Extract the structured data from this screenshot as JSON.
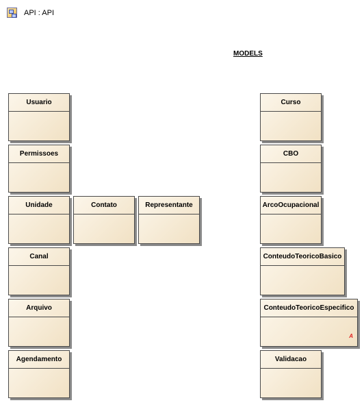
{
  "diagram": {
    "icon": "package-diagram-icon",
    "title": "API : API",
    "section": "MODELS"
  },
  "classes": {
    "usuario": "Usuario",
    "permissoes": "Permissoes",
    "unidade": "Unidade",
    "contato": "Contato",
    "representante": "Representante",
    "canal": "Canal",
    "arquivo": "Arquivo",
    "agendamento": "Agendamento",
    "curso": "Curso",
    "cbo": "CBO",
    "arco_ocupacional": "ArcoOcupacional",
    "conteudo_teorico_basico": "ConteudoTeoricoBasico",
    "conteudo_teorico_especifico": "ConteudoTeoricoEspecifico",
    "validacao": "Validacao"
  },
  "annotations": {
    "conteudo_teorico_especifico_mark": "A"
  },
  "colors": {
    "class_fill_light": "#fcf6ea",
    "class_fill_dark": "#f1e1c4",
    "border": "#4a4a4a",
    "mark": "#e02020"
  }
}
